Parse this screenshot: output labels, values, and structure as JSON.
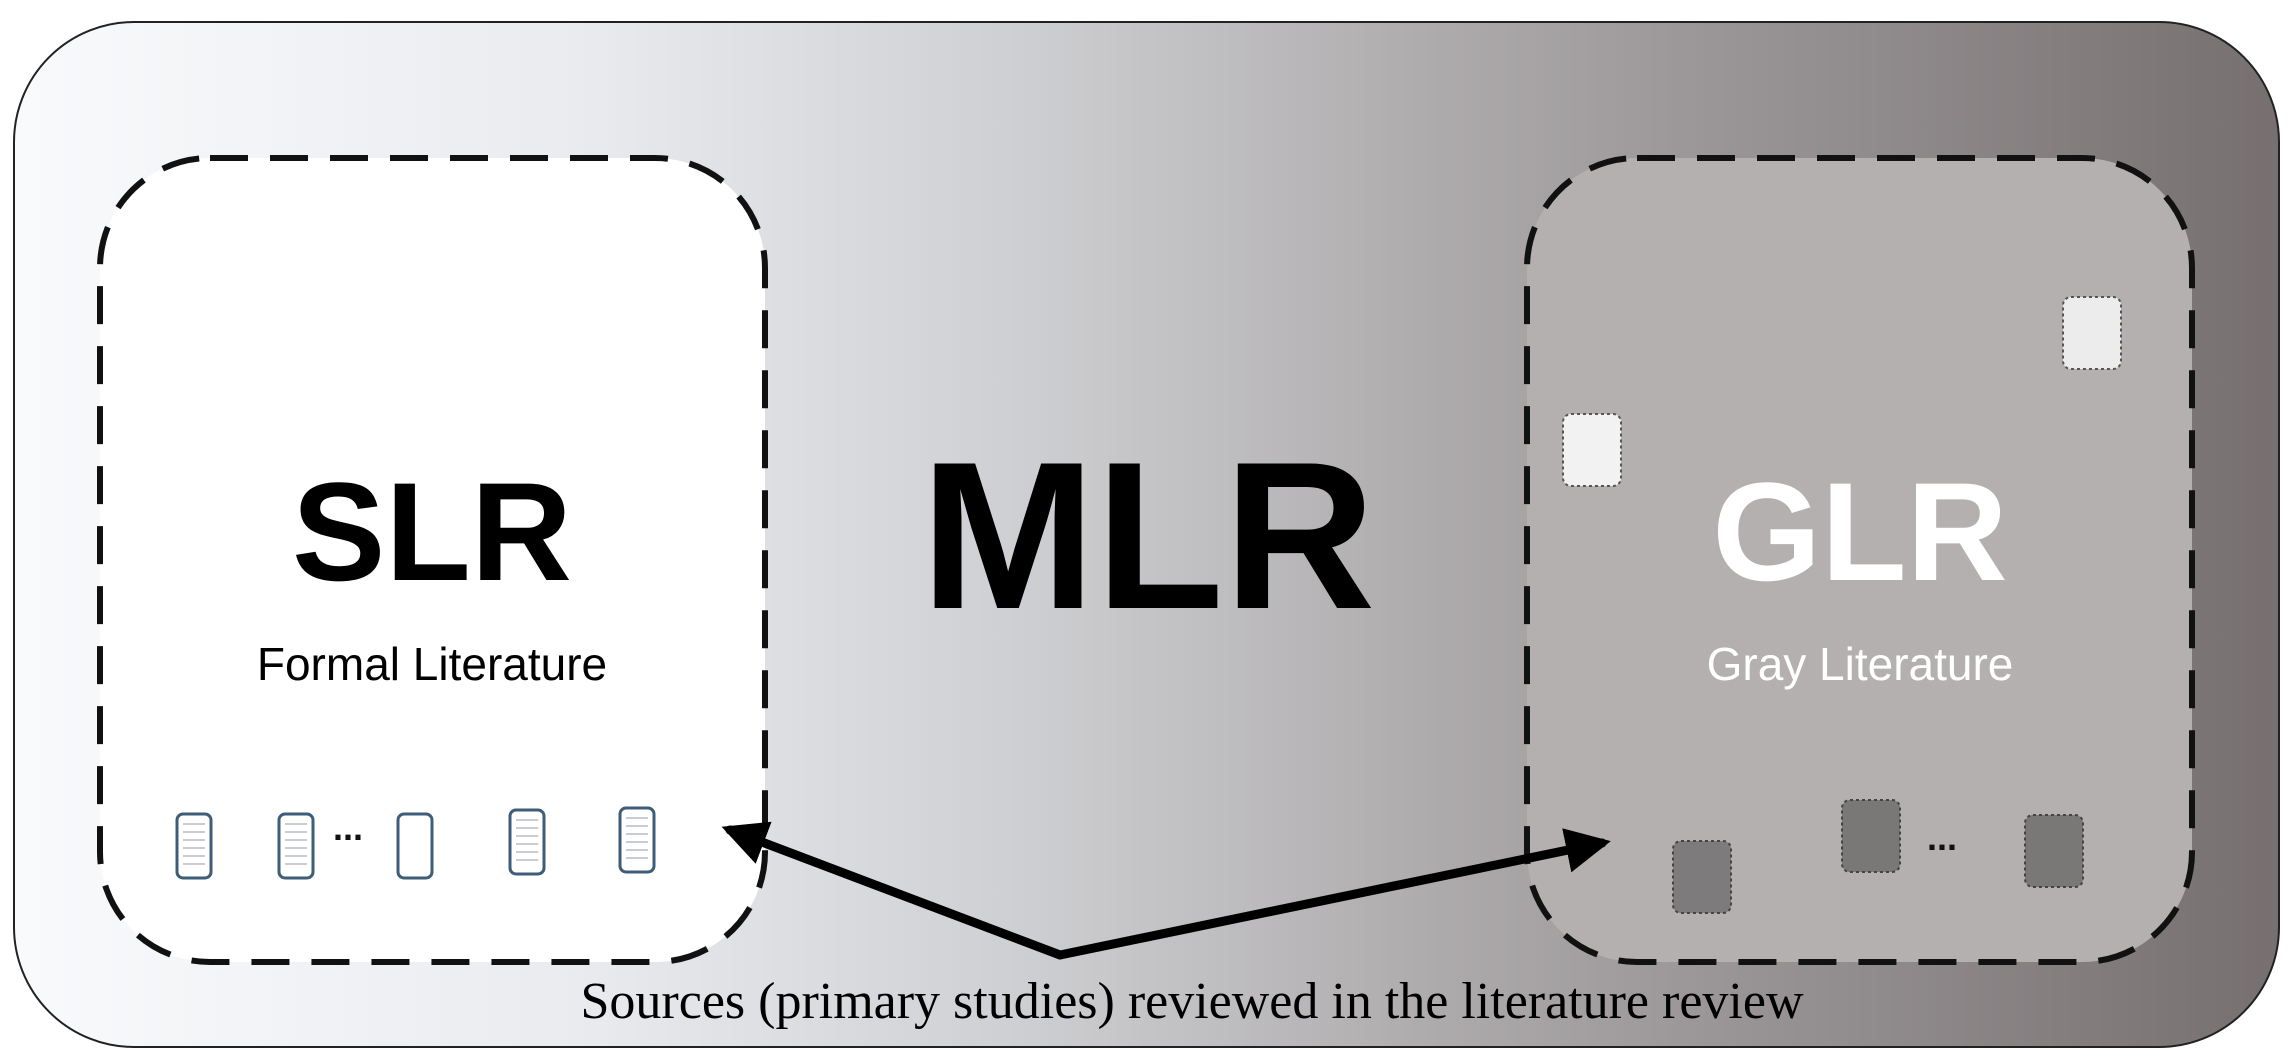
{
  "outer": {
    "title": "MLR",
    "caption": "Sources (primary studies) reviewed in the literature review",
    "gradient_colors": [
      "#f6f8fb",
      "#cfd0d3",
      "#a19e9f",
      "#7b7474"
    ]
  },
  "left_box": {
    "title": "SLR",
    "subtitle": "Formal Literature",
    "ellipsis": "...",
    "doc_count": 5
  },
  "right_box": {
    "title": "GLR",
    "subtitle": "Gray Literature",
    "ellipsis": "...",
    "fill_color": "#b3b0af",
    "light_doc_count": 2,
    "dark_doc_count": 3
  },
  "colors": {
    "border": "#111111",
    "arrow": "#000000",
    "doc_stroke": "#3d5d78",
    "light_doc": "#ececec",
    "dark_doc": "#7d7b7b"
  }
}
